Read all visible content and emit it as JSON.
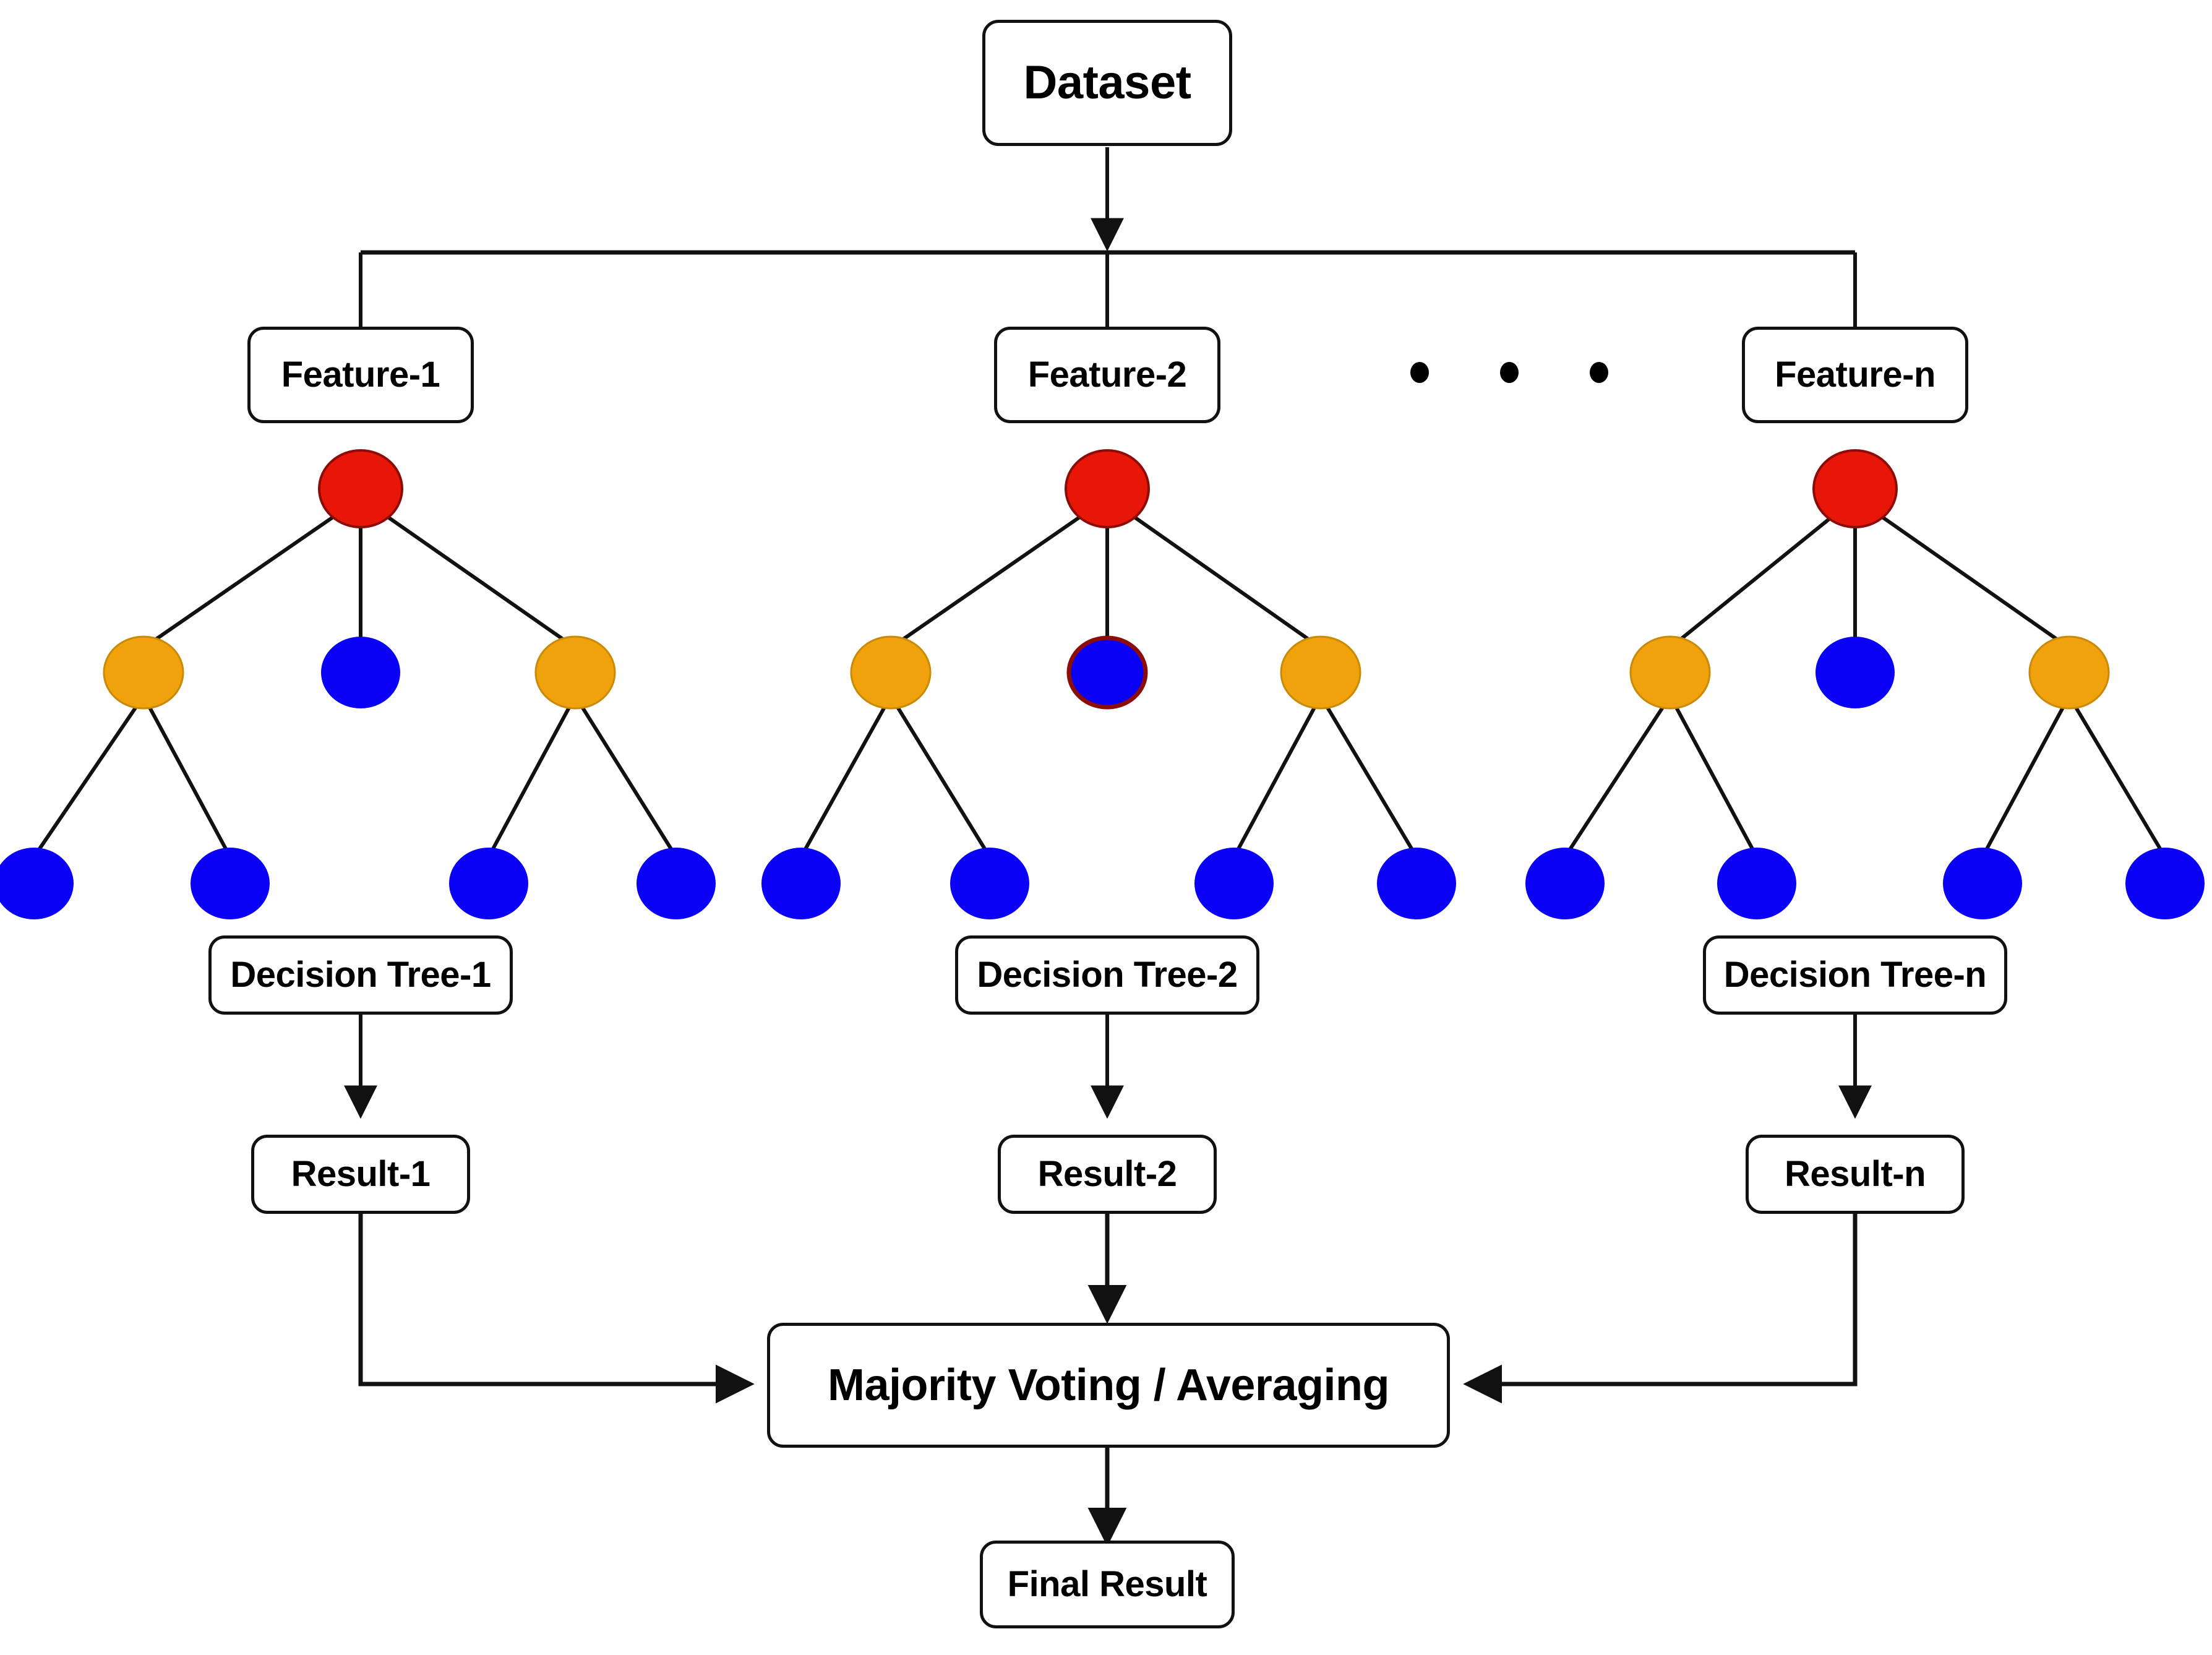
{
  "diagram": {
    "title_box": {
      "label": "Dataset"
    },
    "features": [
      {
        "label": "Feature-1"
      },
      {
        "label": "Feature-2"
      },
      {
        "label": "Feature-n"
      }
    ],
    "ellipsis": {
      "name": "horizontal-ellipsis",
      "dots": 3
    },
    "trees": [
      {
        "name": "decision-tree-1",
        "tree_label": "Decision Tree-1",
        "result_label": "Result-1",
        "nodes": {
          "root": {
            "color": "#E81606",
            "type": "red"
          },
          "level2": [
            {
              "color": "#EFA20B",
              "type": "orange"
            },
            {
              "color": "#0A00F5",
              "type": "blue"
            },
            {
              "color": "#EFA20B",
              "type": "orange"
            }
          ],
          "leaves": [
            {
              "color": "#0A00F5",
              "type": "blue"
            },
            {
              "color": "#0A00F5",
              "type": "blue"
            },
            {
              "color": "#0A00F5",
              "type": "blue"
            },
            {
              "color": "#0A00F5",
              "type": "blue"
            }
          ]
        }
      },
      {
        "name": "decision-tree-2",
        "tree_label": "Decision Tree-2",
        "result_label": "Result-2",
        "nodes": {
          "root": {
            "color": "#E81606",
            "type": "red"
          },
          "level2": [
            {
              "color": "#EFA20B",
              "type": "orange"
            },
            {
              "color": "#0A00F5",
              "type": "blue",
              "outline": "#8C0C08"
            },
            {
              "color": "#EFA20B",
              "type": "orange"
            }
          ],
          "leaves": [
            {
              "color": "#0A00F5",
              "type": "blue"
            },
            {
              "color": "#0A00F5",
              "type": "blue"
            },
            {
              "color": "#0A00F5",
              "type": "blue"
            },
            {
              "color": "#0A00F5",
              "type": "blue"
            }
          ]
        }
      },
      {
        "name": "decision-tree-n",
        "tree_label": "Decision Tree-n",
        "result_label": "Result-n",
        "nodes": {
          "root": {
            "color": "#E81606",
            "type": "red"
          },
          "level2": [
            {
              "color": "#EFA20B",
              "type": "orange"
            },
            {
              "color": "#0A00F5",
              "type": "blue"
            },
            {
              "color": "#EFA20B",
              "type": "orange"
            }
          ],
          "leaves": [
            {
              "color": "#0A00F5",
              "type": "blue"
            },
            {
              "color": "#0A00F5",
              "type": "blue"
            },
            {
              "color": "#0A00F5",
              "type": "blue"
            },
            {
              "color": "#0A00F5",
              "type": "blue"
            }
          ]
        }
      }
    ],
    "aggregator": {
      "label": "Majority Voting / Averaging"
    },
    "final": {
      "label": "Final Result"
    },
    "colors": {
      "root_red": "#E81606",
      "internal_orange": "#EFA20B",
      "leaf_blue": "#0A00F5",
      "highlight_outline": "#8C0C08",
      "stroke": "#111111",
      "background": "#FFFFFF"
    }
  }
}
